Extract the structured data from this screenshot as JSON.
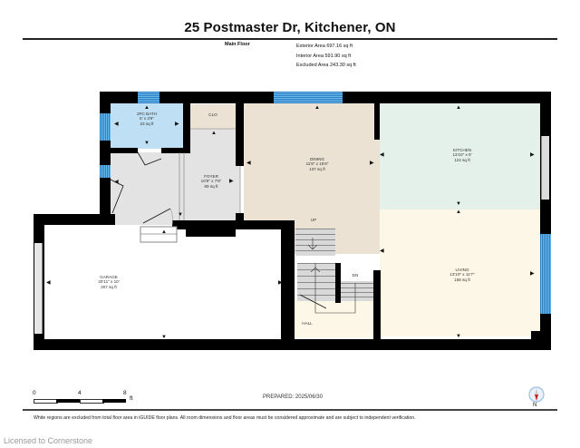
{
  "header": {
    "title": "25 Postmaster Dr, Kitchener, ON",
    "floor": "Main Floor",
    "areas": [
      "Exterior Area 697.16 sq ft",
      "Interior Area 591.90 sq ft",
      "Excluded Area 243.30 sq ft"
    ]
  },
  "rooms": {
    "bath": {
      "name": "2PC BATH",
      "dims": "6' x 3'9\"",
      "area": "23 sq ft",
      "color": "#bfe0f4"
    },
    "clo": {
      "name": "CLO",
      "color": "#ece2d4"
    },
    "foyer": {
      "name": "FOYER",
      "dims": "10'9\" x 7'8\"",
      "area": "69 sq ft",
      "color": "#e3e3e3"
    },
    "dining": {
      "name": "DINING",
      "dims": "11'8\" x 15'6\"",
      "area": "137 sq ft",
      "color": "#ece2d4"
    },
    "kitchen": {
      "name": "KITCHEN",
      "dims": "13'10\" x 9'",
      "area": "124 sq ft",
      "color": "#e4f1ea"
    },
    "living": {
      "name": "LIVING",
      "dims": "13'10\" x 11'7\"",
      "area": "158 sq ft",
      "color": "#fcf7e6"
    },
    "garage": {
      "name": "GARAGE",
      "dims": "20'11\" x 10'",
      "area": "207 sq ft",
      "color": "#ffffff"
    },
    "hall": {
      "name": "HALL",
      "color": "#fcf7e6"
    }
  },
  "stairs": {
    "up": "UP",
    "down": "DN"
  },
  "scale": {
    "ticks": [
      "0",
      "4",
      "8"
    ],
    "unit": "ft"
  },
  "prepared": "PREPARED: 2025/06/30",
  "compass": {
    "label": "N"
  },
  "footer": {
    "disclaimer": "White regions are excluded from total floor area in iGUIDE floor plans. All room dimensions and floor areas must be considered approximate and are subject to independent verification.",
    "license": "Licensed to Cornerstone"
  }
}
